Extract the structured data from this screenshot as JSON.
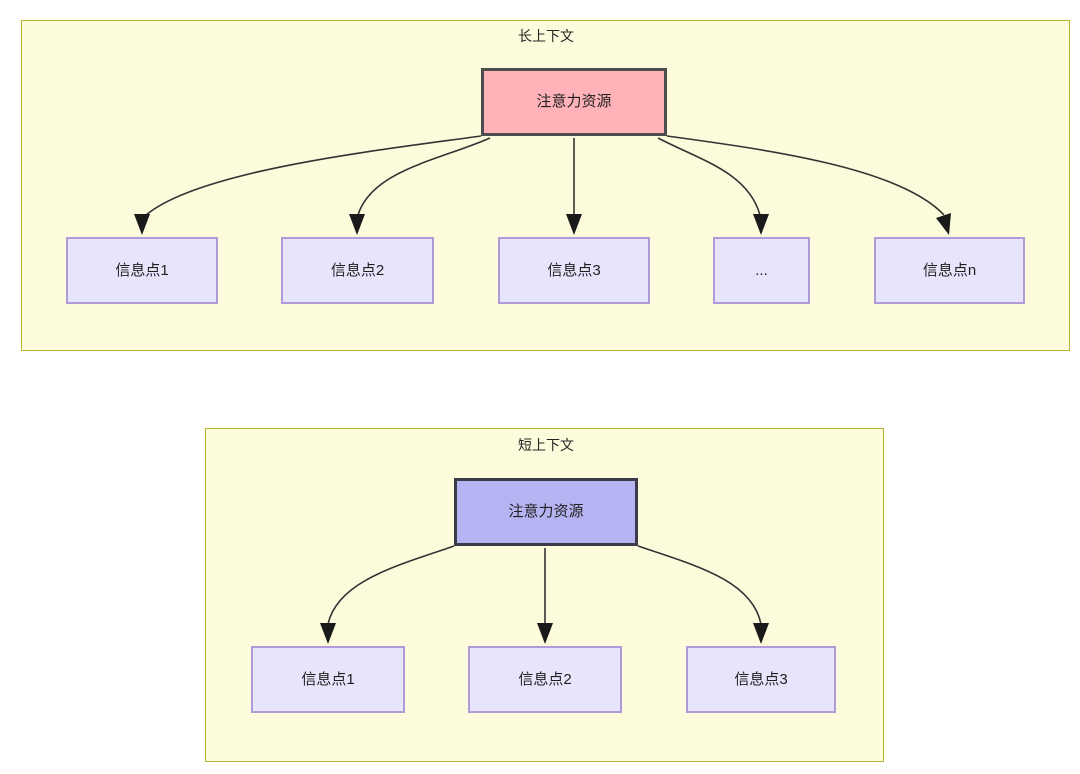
{
  "diagram": {
    "title_top": "长上下文",
    "title_bottom": "短上下文",
    "colors": {
      "panel_background": "#FCFBDC",
      "panel_border": "#B5B533",
      "attention_long_fill": "#FFB3B9",
      "attention_long_border": "#4D4D4D",
      "attention_short_fill": "#B5B3F2",
      "attention_short_border": "#3B3B4C",
      "info_node_fill": "#E7E5FB",
      "info_node_border": "#B09AD9",
      "edge_stroke": "#333333"
    }
  },
  "long_context": {
    "panel_label": "长上下文",
    "root": {
      "label": "注意力资源"
    },
    "children": [
      {
        "label": "信息点1"
      },
      {
        "label": "信息点2"
      },
      {
        "label": "信息点3"
      },
      {
        "label": "..."
      },
      {
        "label": "信息点n"
      }
    ]
  },
  "short_context": {
    "panel_label": "短上下文",
    "root": {
      "label": "注意力资源"
    },
    "children": [
      {
        "label": "信息点1"
      },
      {
        "label": "信息点2"
      },
      {
        "label": "信息点3"
      }
    ]
  }
}
